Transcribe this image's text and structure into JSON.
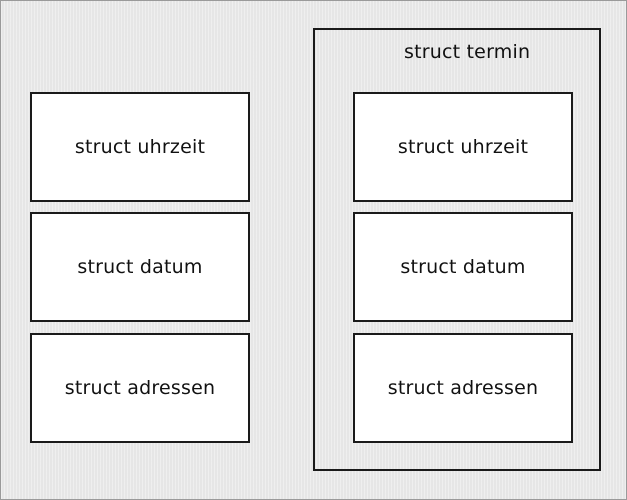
{
  "left_column": {
    "items": [
      {
        "label": "struct uhrzeit"
      },
      {
        "label": "struct datum"
      },
      {
        "label": "struct adressen"
      }
    ]
  },
  "termin_container": {
    "label": "struct termin",
    "items": [
      {
        "label": "struct uhrzeit"
      },
      {
        "label": "struct datum"
      },
      {
        "label": "struct adressen"
      }
    ]
  },
  "colors": {
    "background": "#e6e6e6",
    "box_fill": "#ffffff",
    "stroke": "#1a1a1a",
    "text": "#111111"
  }
}
